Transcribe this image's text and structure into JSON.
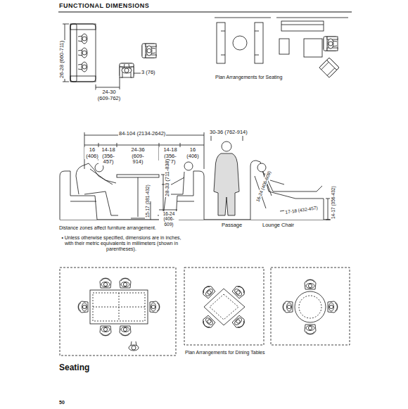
{
  "diagram": {
    "title": "FUNCTIONAL DIMENSIONS",
    "labels": [
      "26-28 (660-711)",
      "3 (76)",
      "24-30 (609-762)",
      "Plan Arrangements for Seating",
      "84-104 (2134-2642)",
      "16 (406)",
      "14-18 (356-457)",
      "24-36 (609-914)",
      "14-18 (356-457)",
      "16 (406)",
      "30-36 (762-914)",
      "28-33 (711-838)",
      "15-17 (381-432)",
      "16-24 (406-609)",
      "16-24 (406-609)",
      "17-18 (432-457)",
      "14-17 (356-432)",
      "Passage",
      "Lounge Chair",
      "Distance zones affect furniture arrangement.",
      "• Unless otherwise specified, dimensions are in inches, with their metric equivalents in millimeters (shown in parentheses).",
      "Seating",
      "Plan Arrangements for Dining Tables",
      "50"
    ]
  }
}
